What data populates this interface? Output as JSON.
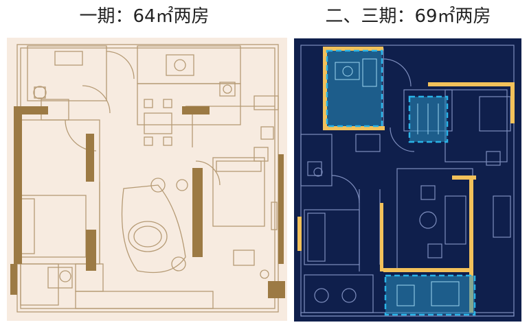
{
  "captions": {
    "left": "一期：64㎡两房",
    "right": "二、三期：69㎡两房"
  },
  "colors": {
    "left_background": "#f7ebe0",
    "left_lines": "#b59a74",
    "left_walls": "#9c7a44",
    "right_background": "#0f1f4c",
    "right_lines": "#7f8fbf",
    "right_walls": "#f2c15a",
    "highlight_fill": "#2a8fbf",
    "highlight_border": "#2ab4e8"
  },
  "icons": [
    "floor-plan-line-drawing",
    "furniture-symbols"
  ]
}
